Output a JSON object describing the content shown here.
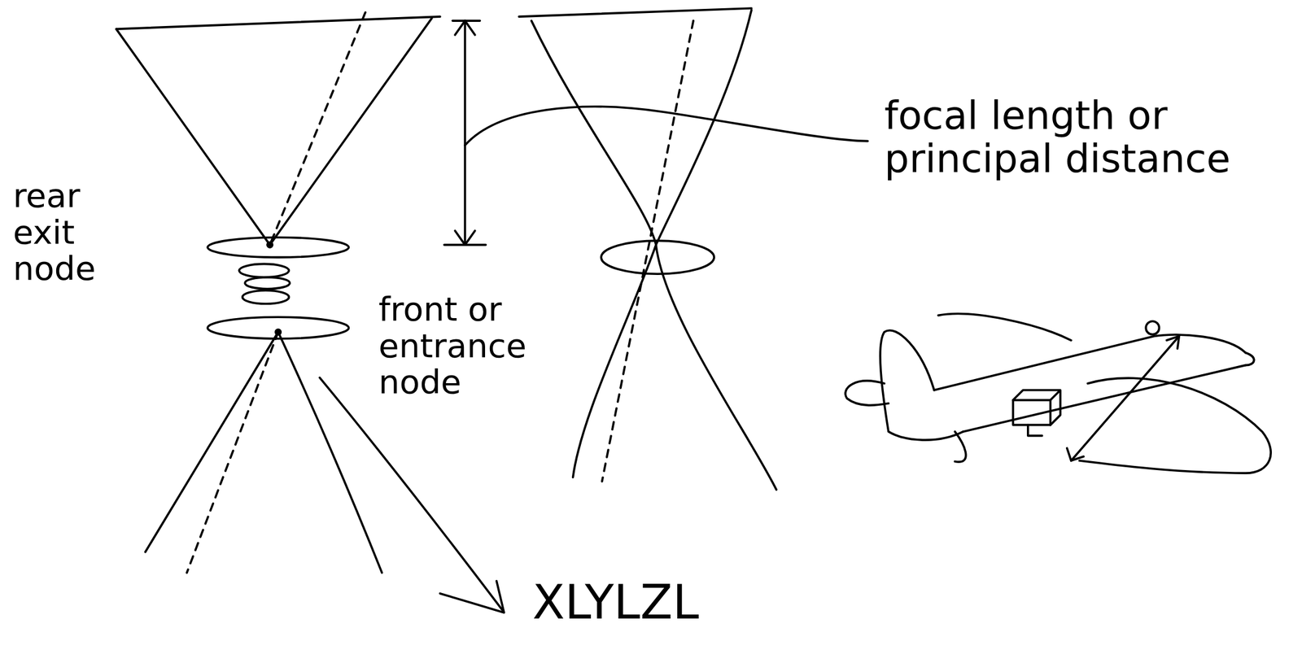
{
  "diagram": {
    "labels": [
      "rear exit node",
      "front or entrance node",
      "focal length or principal distance",
      "XLYLZL"
    ]
  }
}
